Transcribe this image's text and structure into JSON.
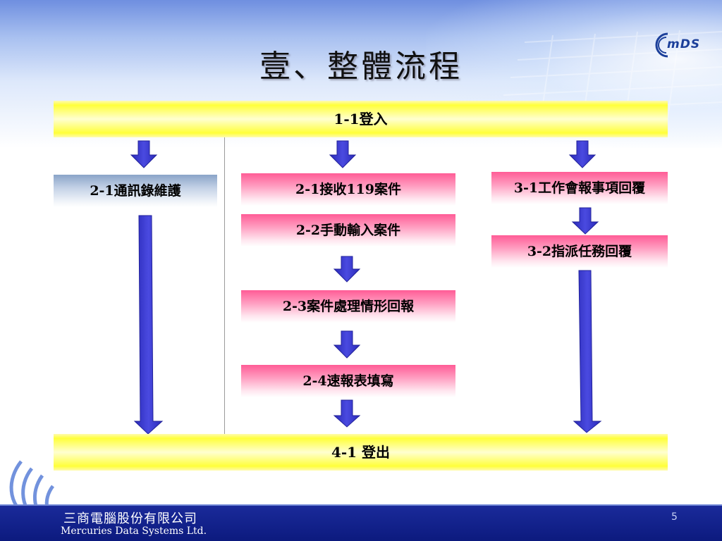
{
  "title": "壹、整體流程",
  "logo": {
    "text": "mDS"
  },
  "header_bar": {
    "label": "1-1登入"
  },
  "footer_bar": {
    "label": "4-1 登出"
  },
  "left_column": {
    "box1": "2-1通訊錄維護"
  },
  "middle_column": {
    "box1": "2-1接收119案件",
    "box2": "2-2手動輸入案件",
    "box3": "2-3案件處理情形回報",
    "box4": "2-4速報表填寫"
  },
  "right_column": {
    "box1": "3-1工作會報事項回覆",
    "box2": "3-2指派任務回覆"
  },
  "footer": {
    "company_cn": "三商電腦股份有限公司",
    "company_en": "Mercuries Data Systems Ltd.",
    "page_number": "5"
  },
  "colors": {
    "arrow": "#3333cc",
    "yellow": "#ffff3a",
    "pink": "#ff5c96",
    "footer": "#0c1a7e"
  }
}
